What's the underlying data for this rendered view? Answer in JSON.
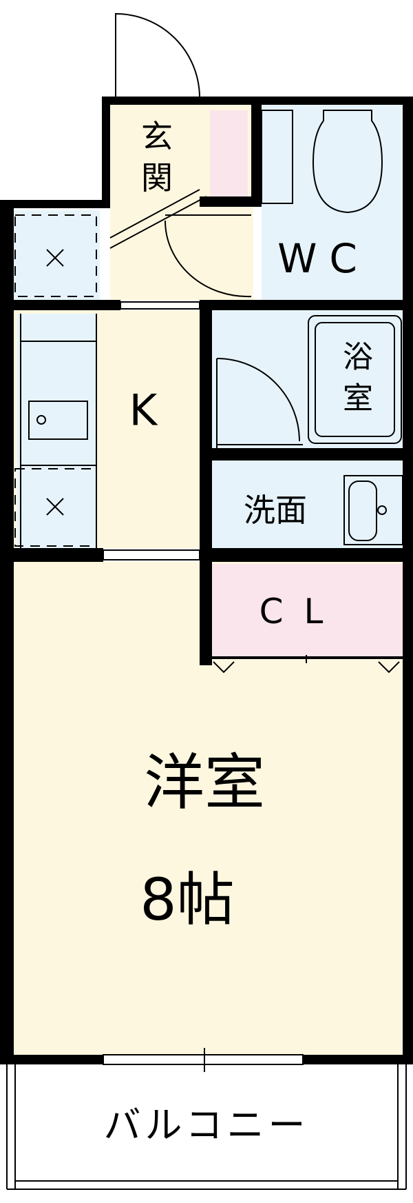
{
  "rooms": {
    "entrance": {
      "label_line1": "玄",
      "label_line2": "関"
    },
    "wc": {
      "label": "WC"
    },
    "bath": {
      "label_line1": "浴",
      "label_line2": "室"
    },
    "kitchen": {
      "label": "K"
    },
    "washroom": {
      "label": "洗面"
    },
    "closet": {
      "label": "CL"
    },
    "western_room": {
      "label": "洋室",
      "size": "8帖"
    },
    "balcony": {
      "label": "バルコニー"
    }
  },
  "colors": {
    "wall": "#000000",
    "floor_cream": "#fef7e0",
    "wet_blue": "#e6f3fb",
    "storage_pink": "#fbe5ec",
    "outline": "#000000"
  }
}
